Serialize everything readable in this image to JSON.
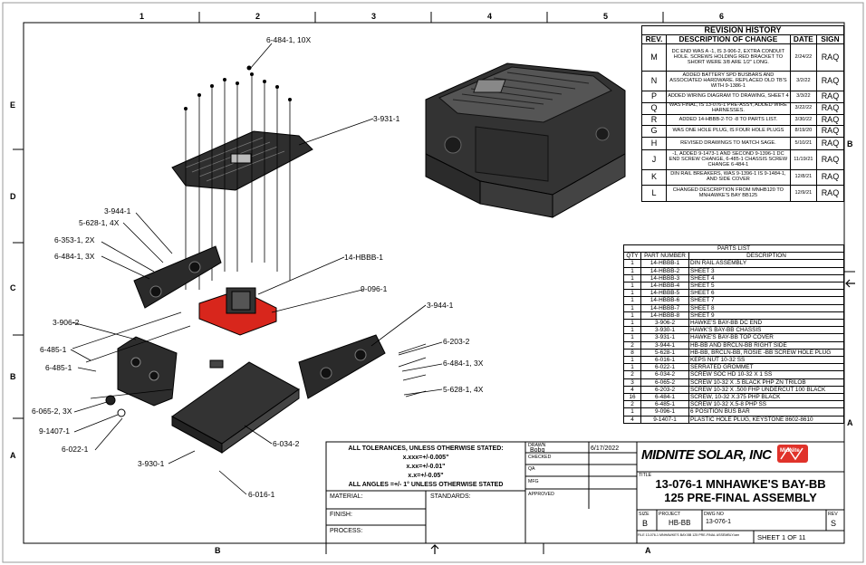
{
  "zones": {
    "top": [
      "1",
      "2",
      "3",
      "4",
      "5",
      "6"
    ],
    "left": [
      "E",
      "D",
      "C",
      "B",
      "A"
    ],
    "right": [
      "B",
      "A"
    ],
    "bottom": [
      "B",
      "A"
    ]
  },
  "callouts": {
    "c1": "6-484-1, 10X",
    "c2": "3-931-1",
    "c3": "3-944-1",
    "c4": "5-628-1, 4X",
    "c5": "6-353-1, 2X",
    "c6": "6-484-1, 3X",
    "c7": "14-HBBB-1",
    "c8": "9-096-1",
    "c9": "3-944-1",
    "c10": "3-906-2",
    "c11": "6-485-1",
    "c12": "6-485-1",
    "c13": "6-203-2",
    "c14": "6-484-1, 3X",
    "c15": "5-628-1, 4X",
    "c16": "6-065-2, 3X",
    "c17": "9-1407-1",
    "c18": "6-022-1",
    "c19": "6-034-2",
    "c20": "3-930-1",
    "c21": "6-016-1"
  },
  "revision": {
    "title": "REVISION HISTORY",
    "headers": [
      "REV.",
      "DESCRIPTION OF CHANGE",
      "DATE",
      "SIGN"
    ],
    "rows": [
      {
        "rev": "M",
        "desc": "DC END WAS A -1, IS 3-906-2, EXTRA CONDUIT HOLE. SCREWS HOLDING RED BRACKET TO SHORT WERE 3/8 ARE 1/2\" LONG.",
        "date": "2/24/22",
        "sign": "RAQ"
      },
      {
        "rev": "N",
        "desc": "ADDED BATTERY SPD BUSBARS AND ASSOCIATED HARDWARE. REPLACED OLD TB'S WITH 9-1386-1",
        "date": "3/2/22",
        "sign": "RAQ"
      },
      {
        "rev": "P",
        "desc": "ADDED WIRING DIAGRAM TO DRAWING, SHEET 4",
        "date": "3/3/22",
        "sign": "RAQ"
      },
      {
        "rev": "Q",
        "desc": "WAS FINAL, IS 13-076-1 PRE-ASSY, ADDED WIRE HARNESSES.",
        "date": "3/22/22",
        "sign": "RAQ"
      },
      {
        "rev": "R",
        "desc": "ADDED 14-HBBB-2-TO -8 TO PARTS LIST.",
        "date": "3/30/22",
        "sign": "RAQ"
      },
      {
        "rev": "G",
        "desc": "WAS ONE HOLE PLUG, IS FOUR HOLE PLUGS",
        "date": "8/19/20",
        "sign": "RAQ"
      },
      {
        "rev": "H",
        "desc": "REVISED DRAWINGS TO MATCH SAGE.",
        "date": "5/10/21",
        "sign": "RAQ"
      },
      {
        "rev": "J",
        "desc": "-1, ADDED 9-1473-1 AND SECOND 9-1396-1 DC END SCREW CHANGE, 6-485-1 CHASSIS SCREW CHANGE 6-484-1",
        "date": "11/19/21",
        "sign": "RAQ"
      },
      {
        "rev": "K",
        "desc": "DIN RAIL BREAKERS, WAS 9-1396-1 IS 9-1484-1, AND SIDE COVER",
        "date": "12/8/21",
        "sign": "RAQ"
      },
      {
        "rev": "L",
        "desc": "CHANGED DESCRIPTION FROM MNHB120 TO MNHAWKE'S BAY BB125",
        "date": "12/9/21",
        "sign": "RAQ"
      }
    ]
  },
  "parts": {
    "title": "PARTS LIST",
    "headers": [
      "QTY",
      "PART NUMBER",
      "DESCRIPTION"
    ],
    "rows": [
      {
        "qty": "1",
        "pn": "14-HBBB-1",
        "desc": "DIN RAIL ASSEMBLY"
      },
      {
        "qty": "1",
        "pn": "14-HBBB-2",
        "desc": "SHEET 3"
      },
      {
        "qty": "1",
        "pn": "14-HBBB-3",
        "desc": "SHEET 4"
      },
      {
        "qty": "1",
        "pn": "14-HBBB-4",
        "desc": "SHEET 5"
      },
      {
        "qty": "1",
        "pn": "14-HBBB-5",
        "desc": "SHEET 6"
      },
      {
        "qty": "1",
        "pn": "14-HBBB-6",
        "desc": "SHEET 7"
      },
      {
        "qty": "1",
        "pn": "14-HBBB-7",
        "desc": "SHEET 8"
      },
      {
        "qty": "1",
        "pn": "14-HBBB-8",
        "desc": "SHEET 9"
      },
      {
        "qty": "1",
        "pn": "3-906-2",
        "desc": "HAWKE'S BAY-BB DC END"
      },
      {
        "qty": "1",
        "pn": "3-930-1",
        "desc": "HAWK'S BAY-BB CHASSIS"
      },
      {
        "qty": "1",
        "pn": "3-931-1",
        "desc": "HAWKE'S BAY-BB TOP COVER"
      },
      {
        "qty": "2",
        "pn": "3-944-1",
        "desc": "HB-BB AND BRCLN-BB RIGHT SIDE"
      },
      {
        "qty": "8",
        "pn": "5-628-1",
        "desc": "HB-BB, BRCLN-BB, ROSIE -BB SCREW HOLE PLUG"
      },
      {
        "qty": "1",
        "pn": "6-016-1",
        "desc": "KEPS NUT 10-32 SS"
      },
      {
        "qty": "1",
        "pn": "6-022-1",
        "desc": "SERRATED GROMMET"
      },
      {
        "qty": "2",
        "pn": "6-034-2",
        "desc": "SCREW SOC HD 10-32 X 1 SS"
      },
      {
        "qty": "3",
        "pn": "6-065-2",
        "desc": "SCREW 10-32 X .5 BLACK PHP ZN TRILOB"
      },
      {
        "qty": "4",
        "pn": "6-203-2",
        "desc": "SCREW 10-32 X .500 FHP UNDERCUT 100 BLACK"
      },
      {
        "qty": "16",
        "pn": "6-484-1",
        "desc": "SCREW, 10-32 X.375 PHP BLACK"
      },
      {
        "qty": "2",
        "pn": "6-485-1",
        "desc": "SCREW 10-32 X.5-8 PHP SS"
      },
      {
        "qty": "1",
        "pn": "9-096-1",
        "desc": "6 POSITION BUS BAR"
      },
      {
        "qty": "4",
        "pn": "9-1407-1",
        "desc": "PLASTIC HOLE PLUG, KEYSTONE 8602-8610"
      }
    ]
  },
  "tolerances": {
    "l1": "ALL TOLERANCES, UNLESS OTHERWISE STATED:",
    "l2": "x.xxx=+/-0.005\"",
    "l3": "x.xx=+/-0.01\"",
    "l4": "x.x=+/-0.05\"",
    "l5": "ALL ANGLES =+/- 1° UNLESS OTHERWISE STATED"
  },
  "titleblock": {
    "material": "MATERIAL:",
    "finish": "FINISH:",
    "process": "PROCESS:",
    "standards": "STANDARDS:",
    "drawn_label": "DRAWN",
    "drawn_by": "Bobq",
    "drawn_date": "6/17/2022",
    "checked": "CHECKED",
    "qa": "QA",
    "mfg": "MFG",
    "approved": "APPROVED",
    "company": "MIDNITE SOLAR, INC",
    "logo_badge": "MidNite",
    "title_label": "TITLE",
    "title1": "13-076-1 MNHAWKE'S BAY-BB",
    "title2": "125 PRE-FINAL ASSEMBLY",
    "size_label": "SIZE",
    "size": "B",
    "project_label": "PROJECT",
    "project": "HB-BB",
    "dwg_label": "DWG NO",
    "dwg": "13-076-1",
    "rev_label": "REV",
    "rev": "S",
    "file_label": "FILE",
    "file": "13-076-1 MNHAWKE'S BAY-BB 125 PRE-FINAL ASSEMBLY.iam",
    "sheet": "SHEET 1 OF 11"
  },
  "colors": {
    "line": "#000000",
    "red_part": "#d8261c",
    "dark_part": "#2a2a2a",
    "logo_red": "#e0322a"
  }
}
